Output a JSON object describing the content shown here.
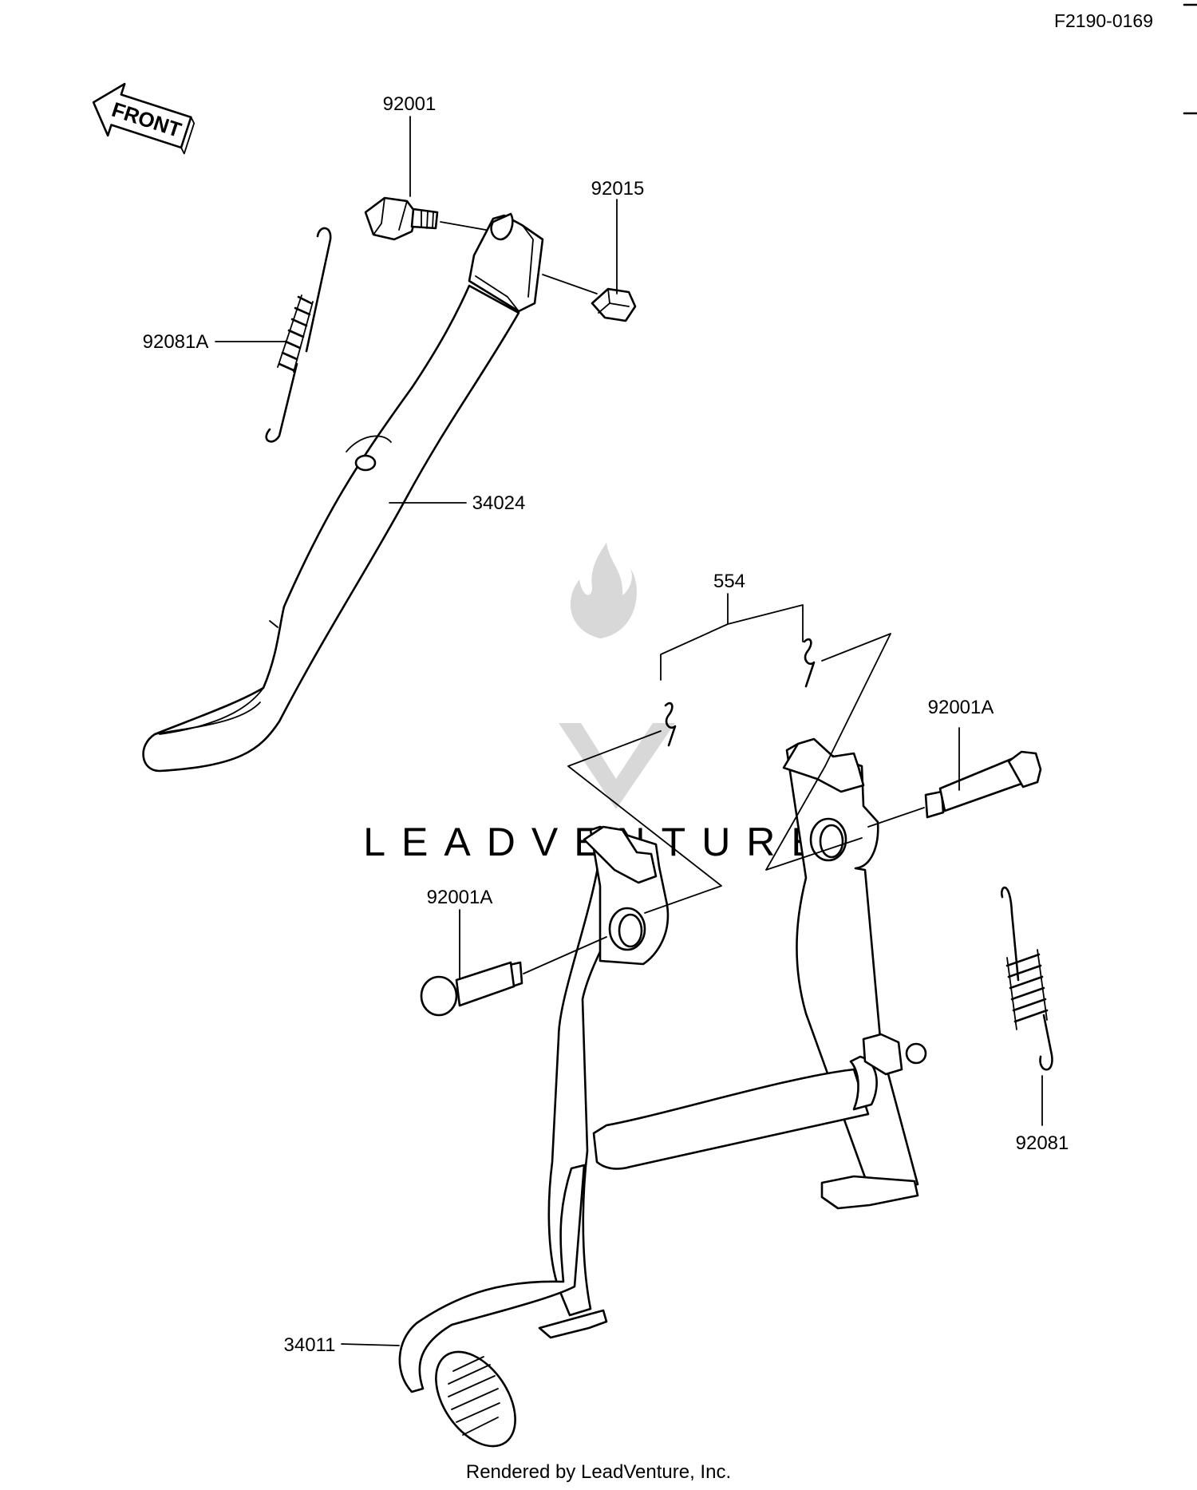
{
  "drawing_code": "F2190-0169",
  "watermark_text": "LEADVENTURE",
  "footer_text": "Rendered by LeadVenture, Inc.",
  "front_arrow_text": "FRONT",
  "labels": {
    "bolt_top": "92001",
    "nut": "92015",
    "spring_side": "92081A",
    "side_stand": "34024",
    "pin_set": "554",
    "pin_right": "92001A",
    "pin_left": "92001A",
    "spring_main": "92081",
    "main_stand": "34011"
  }
}
